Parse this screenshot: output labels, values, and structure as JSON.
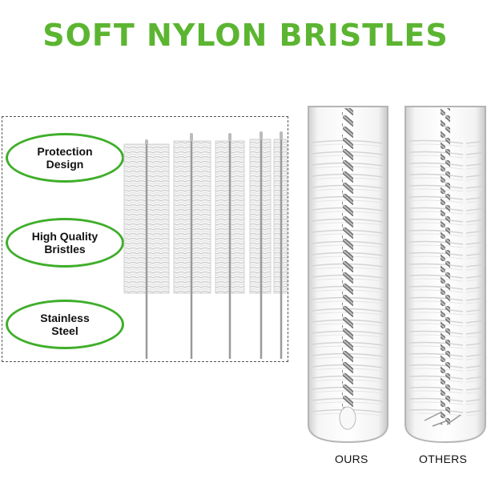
{
  "headline": "SOFT NYLON BRISTLES",
  "features": [
    {
      "label": "Protection\nDesign"
    },
    {
      "label": "High Quality\nBristles"
    },
    {
      "label": "Stainless\nSteel"
    }
  ],
  "comparison": {
    "left_label": "OURS",
    "right_label": "OTHERS"
  },
  "colors": {
    "headline": "#5cb531",
    "oval_border": "#3fae2a"
  }
}
